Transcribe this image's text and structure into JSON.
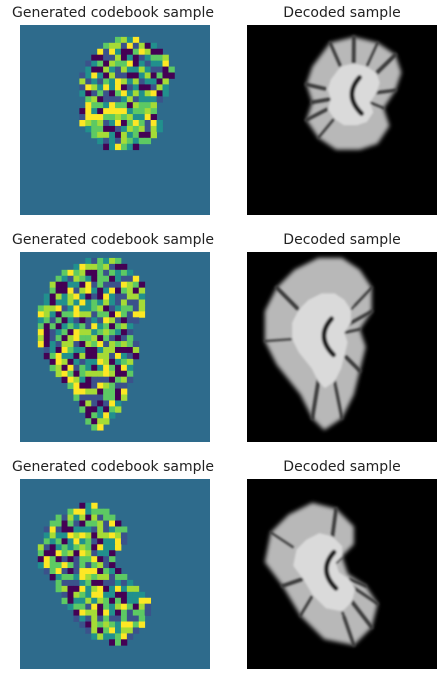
{
  "figure": {
    "rows": [
      {
        "codebook_title": "Generated codebook sample",
        "decoded_title": "Decoded sample"
      },
      {
        "codebook_title": "Generated codebook sample",
        "decoded_title": "Decoded sample"
      },
      {
        "codebook_title": "Generated codebook sample",
        "decoded_title": "Decoded sample"
      }
    ],
    "colors": {
      "codebook_background": "#2e6b8c",
      "decoded_background": "#000000",
      "viridis_palette": [
        "#440154",
        "#3b528b",
        "#21908d",
        "#5dc963",
        "#a5db36",
        "#fde725"
      ]
    }
  }
}
